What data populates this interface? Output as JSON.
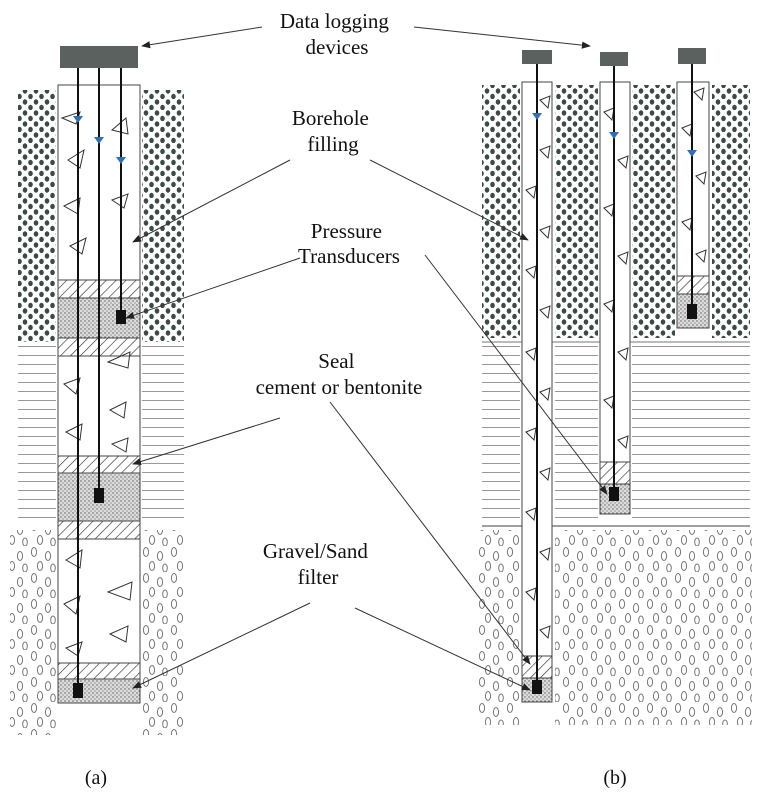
{
  "labels": {
    "data_logging": [
      "Data logging",
      "devices"
    ],
    "borehole_filling": [
      "Borehole",
      "filling"
    ],
    "pressure_transducers": [
      "Pressure",
      "Transducers"
    ],
    "seal": [
      "Seal",
      "cement or bentonite"
    ],
    "filter": [
      "Gravel/Sand",
      "filter"
    ]
  },
  "captions": {
    "a": "(a)",
    "b": "(b)"
  },
  "colors": {
    "logger": "#5b615f",
    "water_level": "#2e6fb6",
    "line": "#111111",
    "dots": "#3c4a44"
  }
}
